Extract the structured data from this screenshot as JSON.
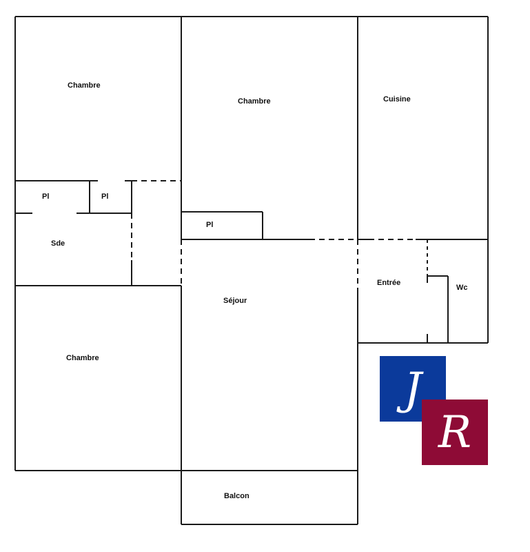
{
  "floorplan": {
    "rooms": [
      {
        "id": "chambre-1",
        "label": "Chambre"
      },
      {
        "id": "chambre-2",
        "label": "Chambre"
      },
      {
        "id": "cuisine",
        "label": "Cuisine"
      },
      {
        "id": "placard-1",
        "label": "Pl"
      },
      {
        "id": "placard-2",
        "label": "Pl"
      },
      {
        "id": "placard-3",
        "label": "Pl"
      },
      {
        "id": "sde",
        "label": "Sde"
      },
      {
        "id": "sejour",
        "label": "Séjour"
      },
      {
        "id": "entree",
        "label": "Entrée"
      },
      {
        "id": "wc",
        "label": "Wc"
      },
      {
        "id": "chambre-3",
        "label": "Chambre"
      },
      {
        "id": "balcon",
        "label": "Balcon"
      }
    ]
  },
  "logo": {
    "letters": [
      "J",
      "R"
    ],
    "colors": {
      "j_background": "#0b3a9b",
      "r_background": "#8e0b36",
      "letter": "#ffffff"
    }
  }
}
